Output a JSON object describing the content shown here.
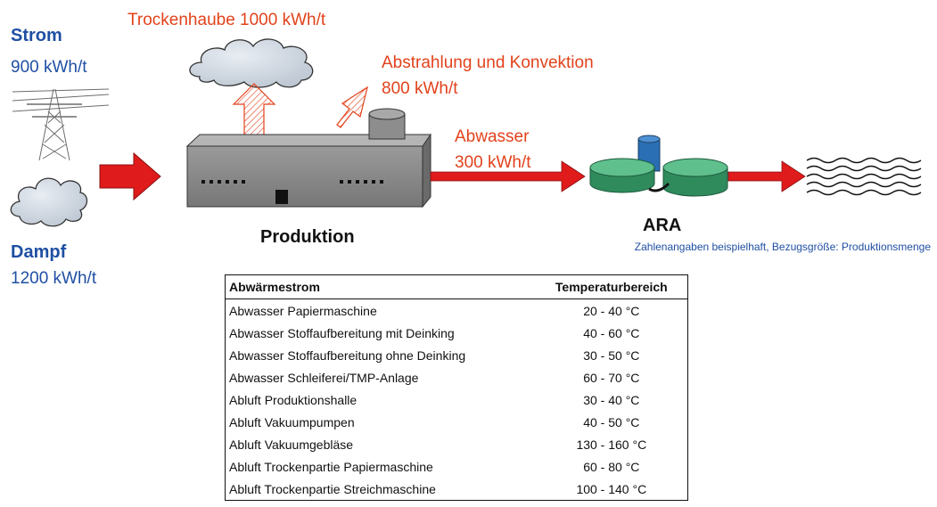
{
  "inputs": {
    "strom_label": "Strom",
    "strom_value": "900 kWh/t",
    "dampf_label": "Dampf",
    "dampf_value": "1200 kWh/t"
  },
  "outputs": {
    "hood_label": "Trockenhaube 1000 kWh/t",
    "radiation_label": "Abstrahlung und Konvektion",
    "radiation_value": "800 kWh/t",
    "wastewater_label": "Abwasser",
    "wastewater_value": "300 kWh/t"
  },
  "nodes": {
    "production": "Produktion",
    "ara": "ARA"
  },
  "note": "Zahlenangaben beispielhaft, Bezugsgröße: Produktionsmenge",
  "colors": {
    "text_blue": "#1f4fa3",
    "text_red": "#e2421b",
    "arrow_red": "#e01b1b",
    "machine_gray": "#8a8a8a",
    "tank_green": "#3a9b6a",
    "tank_blue": "#2a6fb3"
  },
  "table": {
    "headers": [
      "Abwärmestrom",
      "Temperaturbereich"
    ],
    "rows": [
      [
        "Abwasser Papiermaschine",
        "20 - 40 °C"
      ],
      [
        "Abwasser Stoffaufbereitung mit Deinking",
        "40 - 60 °C"
      ],
      [
        "Abwasser Stoffaufbereitung ohne Deinking",
        "30 - 50 °C"
      ],
      [
        "Abwasser Schleiferei/TMP-Anlage",
        "60 - 70 °C"
      ],
      [
        "Abluft Produktionshalle",
        "30 - 40 °C"
      ],
      [
        "Abluft Vakuumpumpen",
        "40 - 50 °C"
      ],
      [
        "Abluft Vakuumgebläse",
        "130 - 160 °C"
      ],
      [
        "Abluft Trockenpartie Papiermaschine",
        "60 - 80 °C"
      ],
      [
        "Abluft Trockenpartie Streichmaschine",
        "100 - 140 °C"
      ]
    ]
  }
}
